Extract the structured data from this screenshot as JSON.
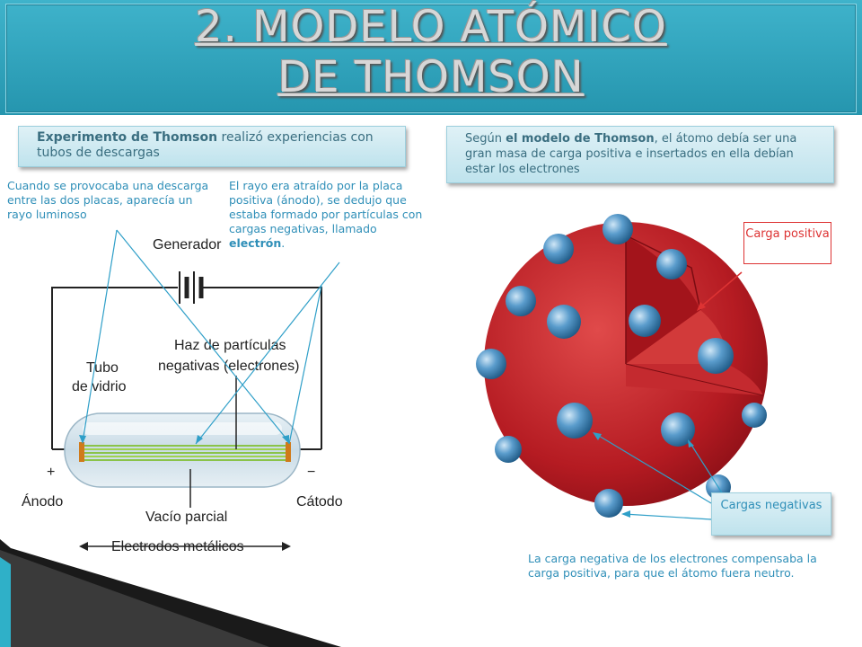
{
  "title": {
    "line1": "2. MODELO ATÓMICO",
    "line2": "DE THOMSON"
  },
  "left_box": {
    "bold": "Experimento de Thomson",
    "rest": " realizó experiencias con tubos de descargas"
  },
  "right_box": {
    "prefix": "Según ",
    "bold": "el modelo de Thomson",
    "rest": ", el átomo debía ser una gran masa de carga positiva e insertados en ella debían estar los electrones"
  },
  "note_left": "Cuando se provocaba una descarga entre las dos placas, aparecía un rayo luminoso",
  "note_mid": {
    "text": "El rayo era atraído por la placa positiva (ánodo), se dedujo que estaba formado por partículas con cargas negativas, llamado ",
    "bold": "electrón",
    "end": "."
  },
  "diagram": {
    "generador": "Generador",
    "haz_1": "Haz de partículas",
    "haz_2": "negativas (electrones)",
    "tubo_1": "Tubo",
    "tubo_2": "de vidrio",
    "plus": "+",
    "minus": "−",
    "anodo": "Ánodo",
    "catodo": "Cátodo",
    "vacio": "Vacío parcial",
    "electrodos": "Electrodos metálicos"
  },
  "carga_positiva": "Carga positiva",
  "cargas_negativas": "Cargas negativas",
  "note_bottom": "La carga negativa de los electrones compensaba la carga positiva, para que el átomo fuera neutro.",
  "colors": {
    "title_bg": "#2f9fb8",
    "sphere": "#c8202a",
    "electron": "#4f8fc0",
    "accent_text": "#2f8fb8",
    "red_label": "#dd3333"
  }
}
